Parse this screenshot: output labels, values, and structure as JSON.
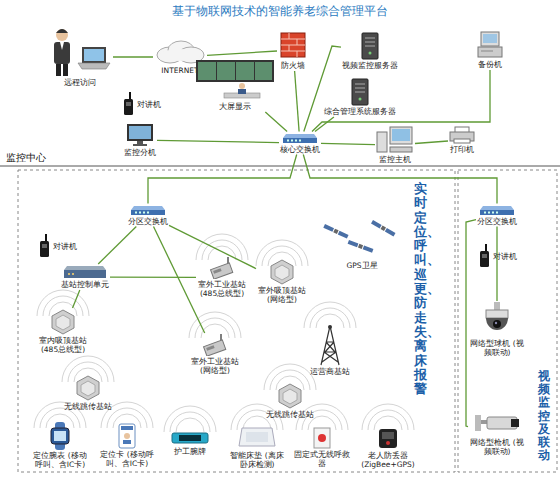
{
  "diagram": {
    "title": "基于物联网技术的智能养老综合管理平台",
    "nodes": [
      {
        "text": [
          "远程访问"
        ]
      },
      {
        "text": [
          "INTERNET"
        ]
      },
      {
        "text": [
          "防火墙"
        ]
      },
      {
        "text": [
          "视频监控服务器"
        ]
      },
      {
        "text": [
          "备份机"
        ]
      },
      {
        "text": [
          "对讲机"
        ]
      },
      {
        "text": [
          "大屏显示"
        ]
      },
      {
        "text": [
          "综合管理系统服务器"
        ]
      },
      {
        "text": [
          "监控分机"
        ]
      },
      {
        "text": [
          "核心交换机"
        ]
      },
      {
        "text": [
          "监控主机"
        ]
      },
      {
        "text": [
          "打印机"
        ]
      },
      {
        "text": [
          "分区交换机"
        ]
      },
      {
        "text": [
          "对讲机"
        ]
      },
      {
        "text": [
          "基站控制单元"
        ]
      },
      {
        "text": [
          "室外工业基站 (485总线型)"
        ]
      },
      {
        "text": [
          "室外吸顶基站 (网络型)"
        ]
      },
      {
        "text": [
          "GPS卫星"
        ]
      },
      {
        "text": [
          "室内吸顶基站 (485总线型)"
        ]
      },
      {
        "text": [
          "室外工业基站 (网络型)"
        ]
      },
      {
        "text": [
          "运营商基站"
        ]
      },
      {
        "text": [
          "无线跳传基站"
        ]
      },
      {
        "text": [
          "无线跳传基站"
        ]
      },
      {
        "text": [
          "定位腕表 (移动呼叫、含IC卡)"
        ]
      },
      {
        "text": [
          "定位卡 (移动呼叫、含IC卡)"
        ]
      },
      {
        "text": [
          "护工腕牌"
        ]
      },
      {
        "text": [
          "智能床垫 (离床卧床检测)"
        ]
      },
      {
        "text": [
          "固定式无线呼救器"
        ]
      },
      {
        "text": [
          "老人防丢器 (ZigBee+GPS)"
        ]
      },
      {
        "text": [
          "分区交换机"
        ]
      },
      {
        "text": [
          "对讲机"
        ]
      },
      {
        "text": [
          "网络型球机 (视频联动)"
        ]
      },
      {
        "text": [
          "网络型枪机 (视频联动)"
        ]
      }
    ],
    "edges": [
      {
        "from": 0,
        "to": 1,
        "arrow": "none"
      },
      {
        "from": 1,
        "to": 2,
        "arrow": "none"
      },
      {
        "from": 2,
        "to": 9,
        "arrow": "none"
      },
      {
        "from": 3,
        "to": 9,
        "arrow": "none"
      },
      {
        "from": 7,
        "to": 9,
        "arrow": "none"
      },
      {
        "from": 4,
        "to": 9,
        "arrow": "none"
      },
      {
        "from": 6,
        "to": 9,
        "arrow": "none"
      },
      {
        "from": 8,
        "to": 9,
        "arrow": "none"
      },
      {
        "from": 10,
        "to": 9,
        "arrow": "none"
      },
      {
        "from": 11,
        "to": 10,
        "arrow": "none"
      },
      {
        "from": 9,
        "to": 12,
        "arrow": "none"
      },
      {
        "from": 9,
        "to": 29,
        "arrow": "none"
      },
      {
        "from": 12,
        "to": 14,
        "arrow": "none"
      },
      {
        "from": 12,
        "to": 16,
        "arrow": "none"
      },
      {
        "from": 12,
        "to": 19,
        "arrow": "none"
      },
      {
        "from": 14,
        "to": 15,
        "arrow": "none"
      },
      {
        "from": 14,
        "to": 18,
        "arrow": "none"
      },
      {
        "from": 29,
        "to": 31,
        "arrow": "none"
      },
      {
        "from": 29,
        "to": 32,
        "arrow": "none"
      }
    ],
    "labels": [
      "监控中心",
      "实时定位、呼叫、巡更、防走失、离床报警",
      "视频监控及联动"
    ]
  }
}
